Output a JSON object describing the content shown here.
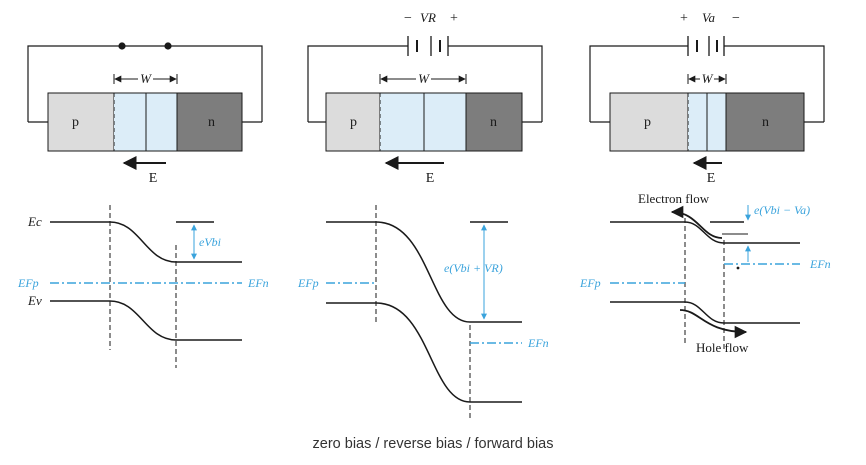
{
  "colors": {
    "line": "#1a1a1a",
    "accent_blue": "#3aa3dc",
    "p_region": "#dcdcdc",
    "depletion": "#dcedf8",
    "n_region": "#7d7d7d"
  },
  "panels": [
    {
      "bias_label": "",
      "sign_left": "",
      "sign_right": "",
      "width_label": "W",
      "p_label": "p",
      "n_label": "n",
      "field_label": "E",
      "level_labels": {
        "ec": "Ec",
        "ev": "Ev",
        "efp": "EFp",
        "efn": "EFn"
      },
      "barrier_label": "eVbi",
      "flow_labels": {
        "electron": "",
        "hole": ""
      }
    },
    {
      "bias_label": "VR",
      "sign_left": "−",
      "sign_right": "+",
      "width_label": "W",
      "p_label": "p",
      "n_label": "n",
      "field_label": "E",
      "level_labels": {
        "efp": "EFp",
        "efn": "EFn"
      },
      "barrier_label": "e(Vbi + VR)",
      "flow_labels": {
        "electron": "",
        "hole": ""
      }
    },
    {
      "bias_label": "Va",
      "sign_left": "+",
      "sign_right": "−",
      "width_label": "W",
      "p_label": "p",
      "n_label": "n",
      "field_label": "E",
      "level_labels": {
        "efp": "EFp",
        "efn": "EFn"
      },
      "barrier_label": "e(Vbi − Va)",
      "flow_labels": {
        "electron": "Electron flow",
        "hole": "Hole flow"
      }
    }
  ],
  "caption": "zero bias / reverse bias / forward bias"
}
